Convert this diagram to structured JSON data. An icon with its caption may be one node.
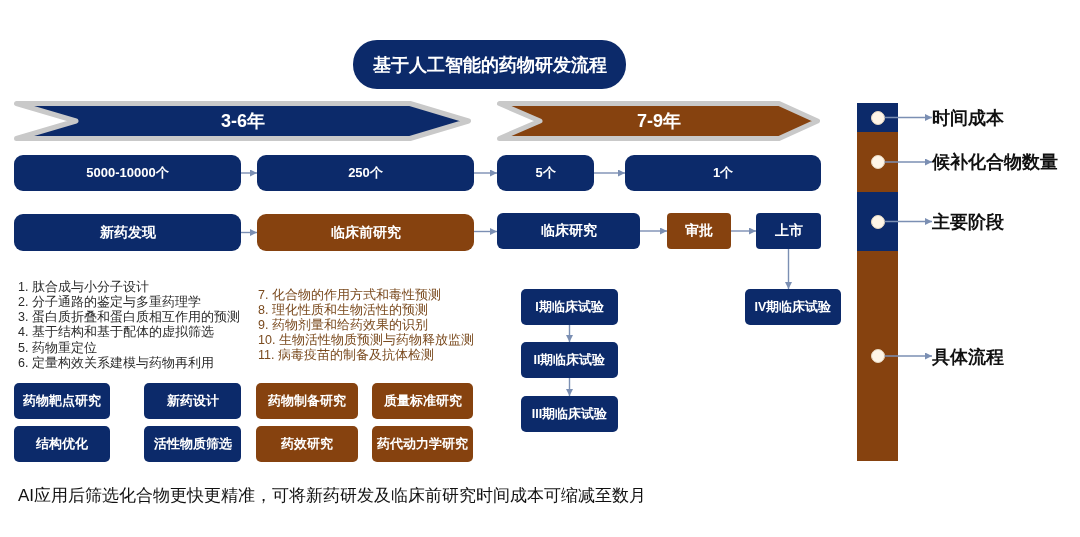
{
  "diagram": {
    "title": "基于人工智能的药物研发流程",
    "caption": "AI应用后筛选化合物更快更精准，可将新药研发及临床前研究时间成本可缩减至数月",
    "nodes": [
      {
        "text": [
          "3-6年"
        ]
      },
      {
        "text": [
          "7-9年"
        ]
      },
      {
        "text": [
          "5000-10000个"
        ]
      },
      {
        "text": [
          "250个"
        ]
      },
      {
        "text": [
          "5个"
        ]
      },
      {
        "text": [
          "1个"
        ]
      },
      {
        "text": [
          "新药发现"
        ]
      },
      {
        "text": [
          "临床前研究"
        ]
      },
      {
        "text": [
          "临床研究"
        ]
      },
      {
        "text": [
          "审批"
        ]
      },
      {
        "text": [
          "上市"
        ]
      },
      {
        "text": [
          "I期临床试验"
        ]
      },
      {
        "text": [
          "II期临床试验"
        ]
      },
      {
        "text": [
          "III期临床试验"
        ]
      },
      {
        "text": [
          "IV期临床试验"
        ]
      },
      {
        "text": [
          "药物靶点研究"
        ]
      },
      {
        "text": [
          "新药设计"
        ]
      },
      {
        "text": [
          "结构优化"
        ]
      },
      {
        "text": [
          "活性物质筛选"
        ]
      },
      {
        "text": [
          "药物制备研究"
        ]
      },
      {
        "text": [
          "质量标准研究"
        ]
      },
      {
        "text": [
          "药效研究"
        ]
      },
      {
        "text": [
          "药代动力学研究"
        ]
      },
      {
        "text": [],
        "shape": "bar"
      },
      {
        "text": [],
        "shape": "circle",
        "in": 23
      },
      {
        "text": [
          "时间成本"
        ]
      },
      {
        "text": [],
        "shape": "bar"
      },
      {
        "text": [],
        "shape": "circle",
        "in": 26
      },
      {
        "text": [
          "候补化合物数量"
        ]
      },
      {
        "text": [],
        "shape": "bar"
      },
      {
        "text": [],
        "shape": "circle",
        "in": 29
      },
      {
        "text": [
          "主要阶段"
        ]
      },
      {
        "text": [],
        "shape": "bar"
      },
      {
        "text": [],
        "shape": "circle",
        "in": 32
      },
      {
        "text": [
          "具体流程"
        ]
      }
    ],
    "edges": [
      {
        "from": 2,
        "to": 3,
        "arrow": "to"
      },
      {
        "from": 3,
        "to": 4,
        "arrow": "to"
      },
      {
        "from": 4,
        "to": 5,
        "arrow": "to"
      },
      {
        "from": 6,
        "to": 7,
        "arrow": "to"
      },
      {
        "from": 7,
        "to": 8,
        "arrow": "to"
      },
      {
        "from": 8,
        "to": 9,
        "arrow": "to"
      },
      {
        "from": 9,
        "to": 10,
        "arrow": "to"
      },
      {
        "from": 10,
        "to": 14,
        "arrow": "to"
      },
      {
        "from": 11,
        "to": 12,
        "arrow": "to"
      },
      {
        "from": 12,
        "to": 13,
        "arrow": "to"
      },
      {
        "from": 24,
        "to": 25,
        "arrow": "to"
      },
      {
        "from": 27,
        "to": 28,
        "arrow": "to"
      },
      {
        "from": 30,
        "to": 31,
        "arrow": "to"
      },
      {
        "from": 33,
        "to": 34,
        "arrow": "to"
      }
    ],
    "labels": [
      "1. 肽合成与小分子设计",
      "2. 分子通路的鉴定与多重药理学",
      "3. 蛋白质折叠和蛋白质相互作用的预测",
      "4. 基于结构和基于配体的虚拟筛选",
      "5. 药物重定位",
      "6. 定量构效关系建模与药物再利用",
      "7. 化合物的作用方式和毒性预测",
      "8. 理化性质和生物活性的预测",
      "9. 药物剂量和给药效果的识别",
      "10. 生物活性物质预测与药物释放监测",
      "11. 病毒疫苗的制备及抗体检测"
    ]
  }
}
